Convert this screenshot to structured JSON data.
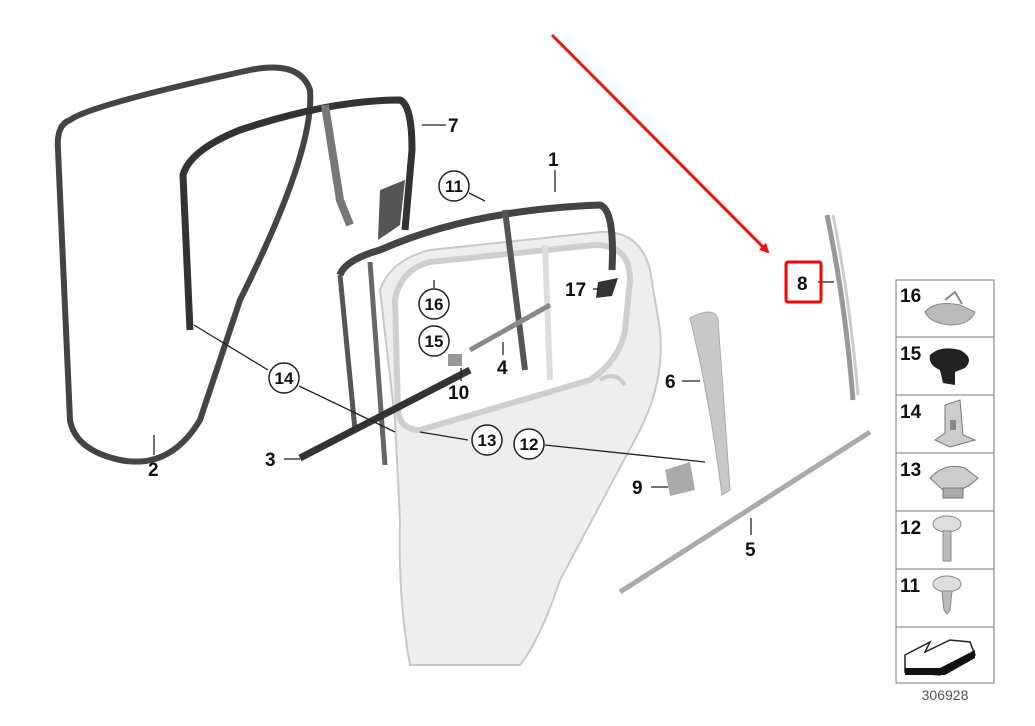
{
  "diagram": {
    "callouts": [
      "1",
      "2",
      "3",
      "4",
      "5",
      "6",
      "7",
      "8",
      "9",
      "10",
      "17"
    ],
    "circled_callouts": [
      "11",
      "12",
      "13",
      "14",
      "15",
      "16"
    ],
    "highlighted_callout": "8",
    "highlight_color": "#ff0000",
    "arrow_color": "#ee1111"
  },
  "legend_panel": {
    "items": [
      {
        "number": "16",
        "icon": "clip-icon"
      },
      {
        "number": "15",
        "icon": "plug-icon"
      },
      {
        "number": "14",
        "icon": "spring-clip-icon"
      },
      {
        "number": "13",
        "icon": "clip-nut-icon"
      },
      {
        "number": "12",
        "icon": "screw-icon"
      },
      {
        "number": "11",
        "icon": "tapping-screw-icon"
      }
    ],
    "direction_icon": "direction-arrow-icon",
    "catalog_number": "306928"
  }
}
